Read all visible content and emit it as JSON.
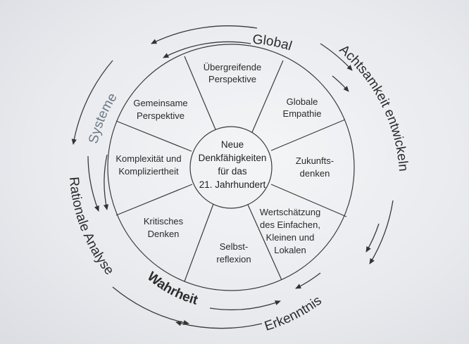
{
  "center": {
    "lines": [
      "Neue",
      "Denkfähigkeiten",
      "für das",
      "21. Jahrhundert"
    ]
  },
  "segments": [
    {
      "id": "uebergreifende-perspektive",
      "lines": [
        "Übergreifende",
        "Perspektive"
      ]
    },
    {
      "id": "globale-empathie",
      "lines": [
        "Globale",
        "Empathie"
      ]
    },
    {
      "id": "zukunftsdenken",
      "lines": [
        "Zukunfts-",
        "denken"
      ]
    },
    {
      "id": "wertschaetzung",
      "lines": [
        "Wertschätzung",
        "des Einfachen,",
        "Kleinen und",
        "Lokalen"
      ]
    },
    {
      "id": "selbstreflexion",
      "lines": [
        "Selbst-",
        "reflexion"
      ]
    },
    {
      "id": "kritisches-denken",
      "lines": [
        "Kritisches",
        "Denken"
      ]
    },
    {
      "id": "komplexitaet",
      "lines": [
        "Komplexität und",
        "Kompliziertheit"
      ]
    },
    {
      "id": "gemeinsame-perspektive",
      "lines": [
        "Gemeinsame",
        "Perspektive"
      ]
    }
  ],
  "ring_labels": {
    "global": "Global",
    "systeme": "Systeme",
    "wahrheit": "Wahrheit",
    "achtsamkeit": "Achtsamkeit entwickeln",
    "erkenntnis": "Erkenntnis",
    "rationale": "Rationale Analyse"
  },
  "colors": {
    "line": "#3a3a3a",
    "text": "#2a2a2a",
    "systeme": "#6a7a88"
  }
}
